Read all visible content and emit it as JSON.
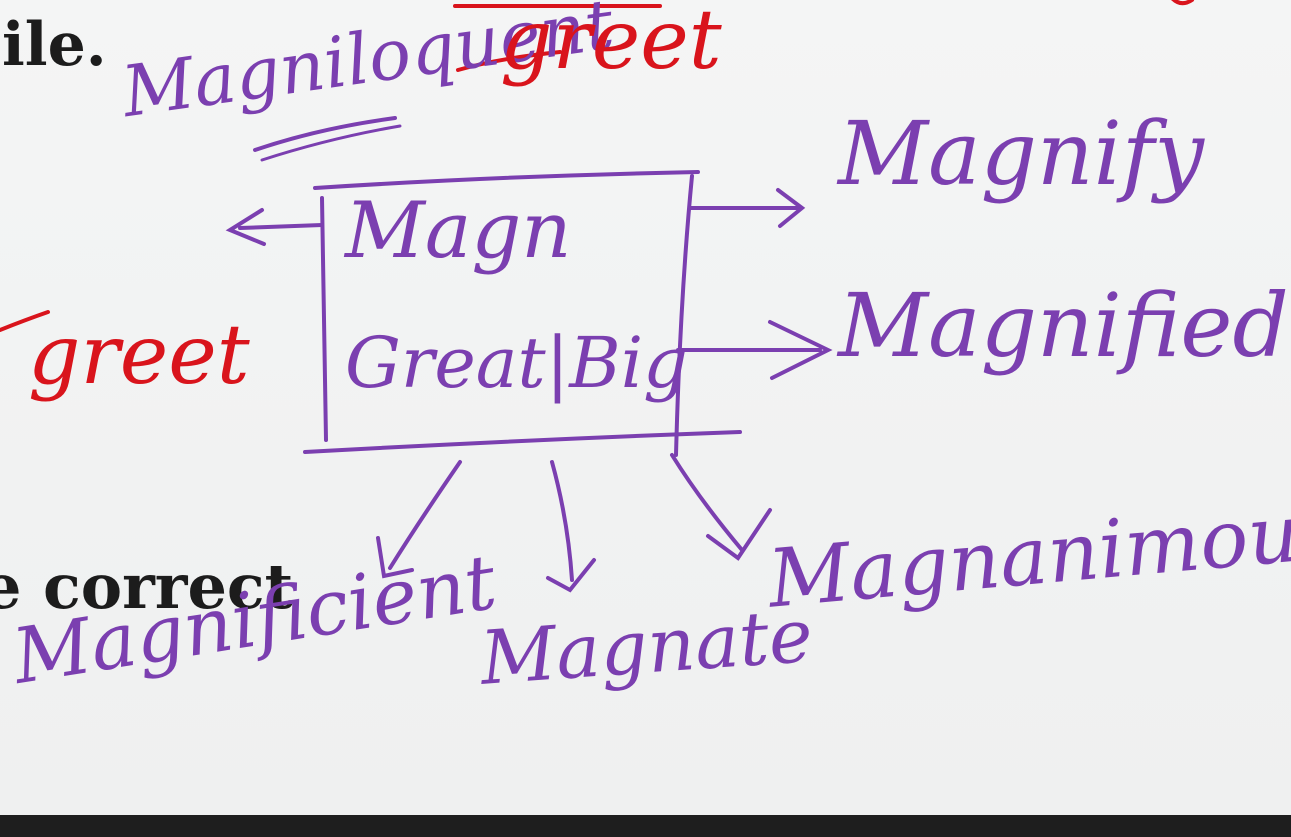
{
  "slide": {
    "line1": "ile.",
    "line2": "e correct"
  },
  "handwriting": {
    "root": "Magn",
    "meaning": "Great|Big",
    "top_left_word": "Magniloquent",
    "top_left_meaning": "greet",
    "left_word": "greet",
    "right_1": "Magnify",
    "right_2": "Magnified",
    "bottom_1": "Magnificient",
    "bottom_2": "Magnate",
    "bottom_3": "Magnanimous"
  },
  "colors": {
    "purple_ink": "#7b3fb0",
    "red_ink": "#d9141c",
    "printed_text": "#1c1c1c"
  }
}
